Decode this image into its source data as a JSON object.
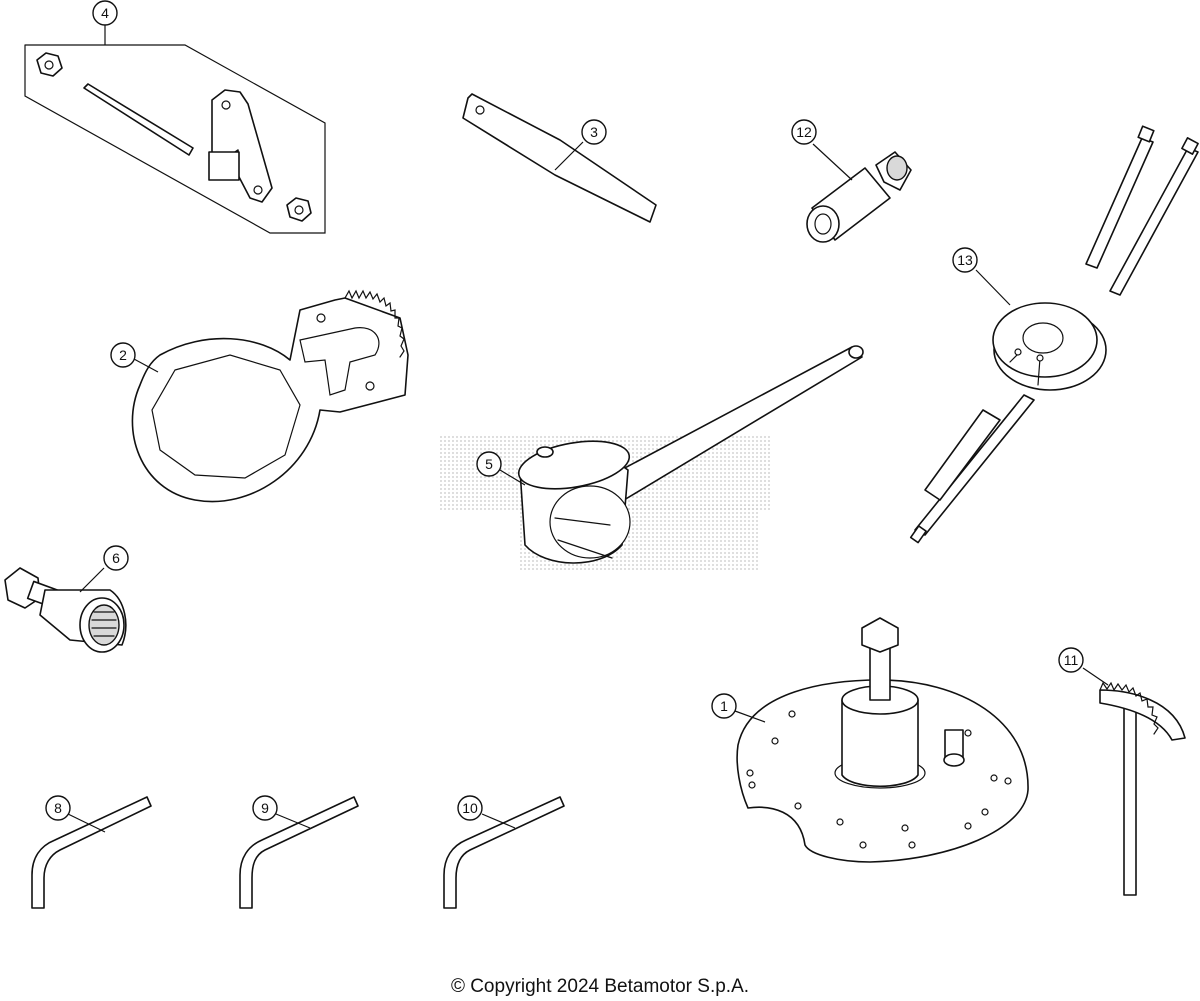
{
  "callouts": {
    "c1": "1",
    "c2": "2",
    "c3": "3",
    "c4": "4",
    "c5": "5",
    "c6": "6",
    "c8": "8",
    "c9": "9",
    "c10": "10",
    "c11": "11",
    "c12": "12",
    "c13": "13"
  },
  "copyright": "© Copyright 2024 Betamotor S.p.A."
}
